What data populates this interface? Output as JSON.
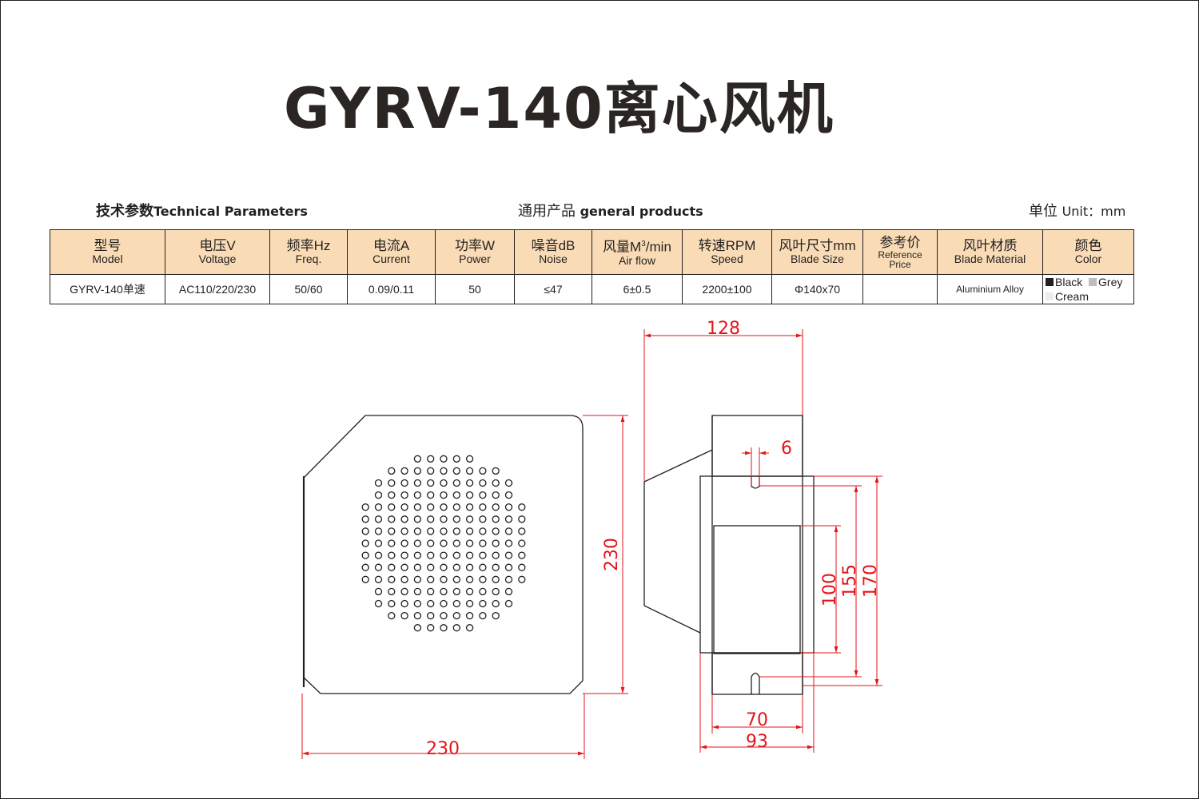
{
  "title": "GYRV-140离心风机",
  "header": {
    "left_cn": "技术参数",
    "left_en": "Technical Parameters",
    "center_cn": "通用产品",
    "center_en": "general products",
    "right_cn": "单位",
    "right_en": "Unit：mm"
  },
  "table": {
    "columns": [
      {
        "cn": "型号",
        "en": "Model"
      },
      {
        "cn": "电压V",
        "en": "Voltage"
      },
      {
        "cn": "频率Hz",
        "en": "Freq."
      },
      {
        "cn": "电流A",
        "en": "Current"
      },
      {
        "cn": "功率W",
        "en": "Power"
      },
      {
        "cn": "噪音dB",
        "en": "Noise"
      },
      {
        "cn": "风量M",
        "sup": "3",
        "cn_tail": "/min",
        "en": "Air flow"
      },
      {
        "cn": "转速RPM",
        "en": "Speed"
      },
      {
        "cn": "风叶尺寸mm",
        "en": "Blade Size"
      },
      {
        "cn": "参考价",
        "en": "Reference",
        "en2": "Price"
      },
      {
        "cn": "风叶材质",
        "en": "Blade Material"
      },
      {
        "cn": "颜色",
        "en": "Color"
      }
    ],
    "row": {
      "model": "GYRV-140单速",
      "voltage": "AC110/220/230",
      "freq": "50/60",
      "current": "0.09/0.11",
      "power": "50",
      "noise": "≤47",
      "airflow": "6±0.5",
      "speed": "2200±100",
      "blade_size": "Φ140x70",
      "price": "",
      "blade_material": "Aluminium Alloy",
      "colors": [
        {
          "name": "Black",
          "swatch": "#231f20"
        },
        {
          "name": "Grey",
          "swatch": "#bcbec0"
        },
        {
          "name": "Cream",
          "swatch": "#ececec"
        }
      ]
    }
  },
  "drawing": {
    "dim_color": "#e5151b",
    "line_color": "#231f20",
    "front_width": "230",
    "front_height": "230",
    "side_depth": "128",
    "slot_width": "6",
    "opening_height": "100",
    "inner_height": "155",
    "outer_height": "170",
    "inner_width": "70",
    "outer_width": "93"
  }
}
